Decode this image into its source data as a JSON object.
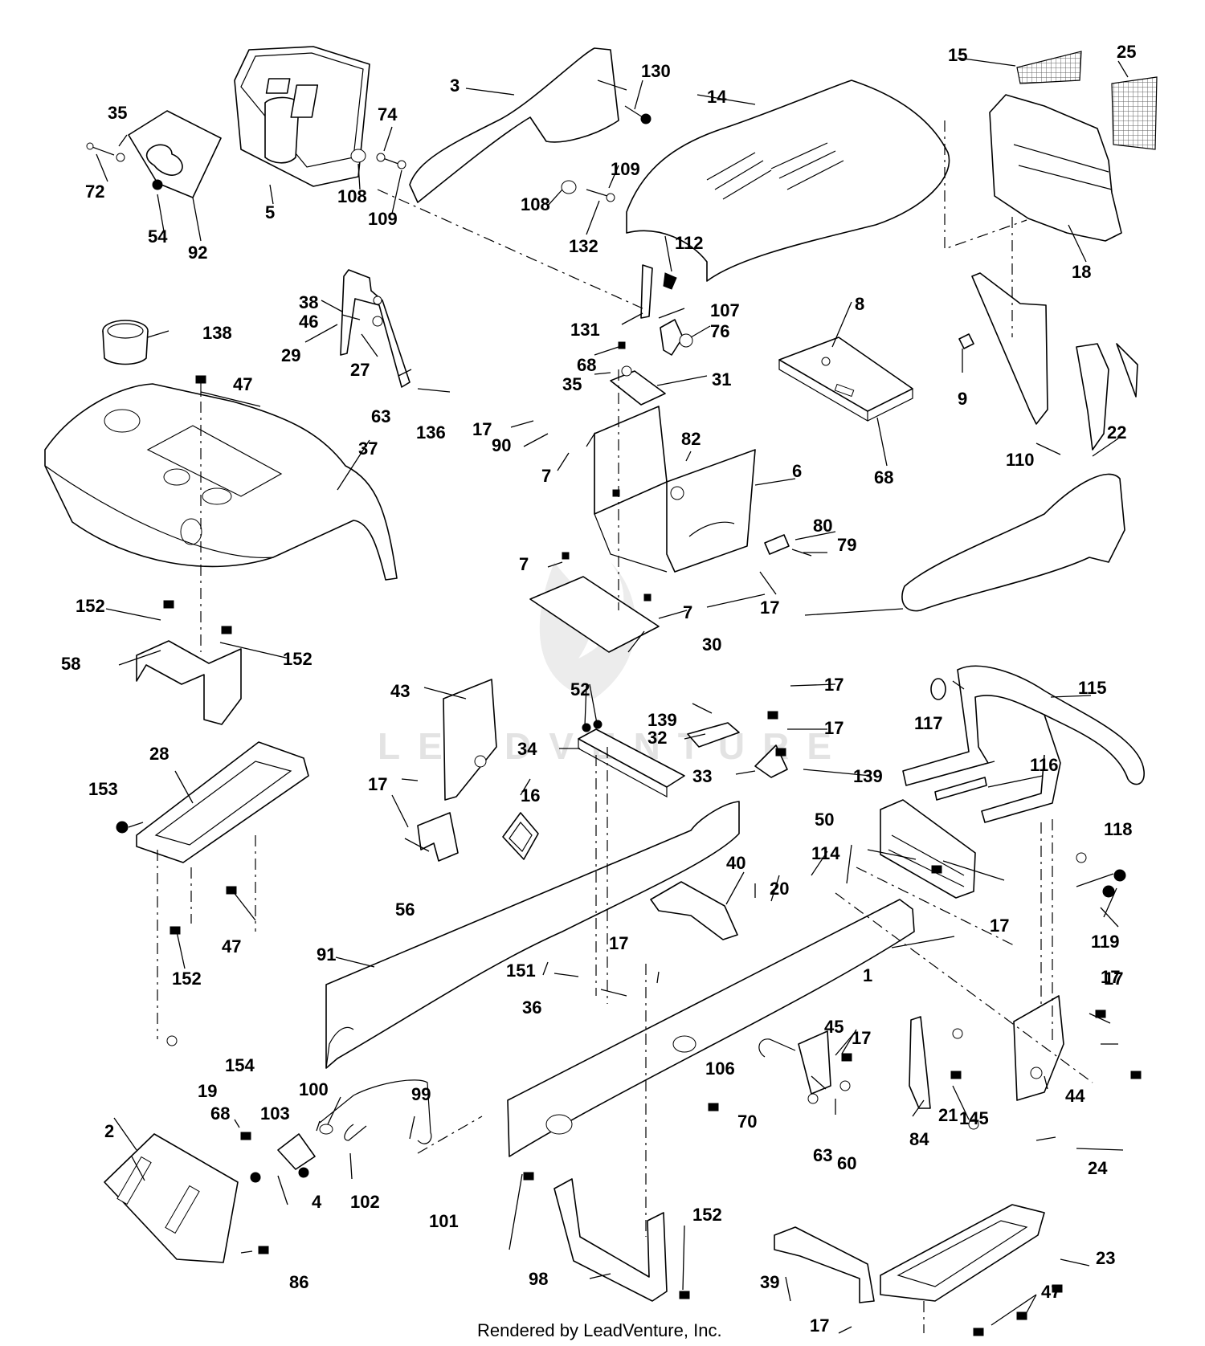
{
  "footer": {
    "text": "Rendered by LeadVenture, Inc."
  },
  "watermark": {
    "text": "LEADVENTURE"
  },
  "callouts": [
    {
      "id": "c1",
      "label": "1"
    },
    {
      "id": "c2",
      "label": "2"
    },
    {
      "id": "c3",
      "label": "3"
    },
    {
      "id": "c4",
      "label": "4"
    },
    {
      "id": "c5",
      "label": "5"
    },
    {
      "id": "c6",
      "label": "6"
    },
    {
      "id": "c7a",
      "label": "7"
    },
    {
      "id": "c7b",
      "label": "7"
    },
    {
      "id": "c7c",
      "label": "7"
    },
    {
      "id": "c8",
      "label": "8"
    },
    {
      "id": "c9",
      "label": "9"
    },
    {
      "id": "c14",
      "label": "14"
    },
    {
      "id": "c15",
      "label": "15"
    },
    {
      "id": "c16",
      "label": "16"
    },
    {
      "id": "c17a",
      "label": "17"
    },
    {
      "id": "c17b",
      "label": "17"
    },
    {
      "id": "c17c",
      "label": "17"
    },
    {
      "id": "c17d",
      "label": "17"
    },
    {
      "id": "c17e",
      "label": "17"
    },
    {
      "id": "c17f",
      "label": "17"
    },
    {
      "id": "c17g",
      "label": "17"
    },
    {
      "id": "c17h",
      "label": "17"
    },
    {
      "id": "c17i",
      "label": "17"
    },
    {
      "id": "c17j",
      "label": "17"
    },
    {
      "id": "c18",
      "label": "18"
    },
    {
      "id": "c19",
      "label": "19"
    },
    {
      "id": "c20",
      "label": "20"
    },
    {
      "id": "c21",
      "label": "21"
    },
    {
      "id": "c22",
      "label": "22"
    },
    {
      "id": "c23",
      "label": "23"
    },
    {
      "id": "c24",
      "label": "24"
    },
    {
      "id": "c25",
      "label": "25"
    },
    {
      "id": "c27",
      "label": "27"
    },
    {
      "id": "c28",
      "label": "28"
    },
    {
      "id": "c29",
      "label": "29"
    },
    {
      "id": "c30",
      "label": "30"
    },
    {
      "id": "c31",
      "label": "31"
    },
    {
      "id": "c32",
      "label": "32"
    },
    {
      "id": "c33",
      "label": "33"
    },
    {
      "id": "c34",
      "label": "34"
    },
    {
      "id": "c35a",
      "label": "35"
    },
    {
      "id": "c35b",
      "label": "35"
    },
    {
      "id": "c36",
      "label": "36"
    },
    {
      "id": "c37",
      "label": "37"
    },
    {
      "id": "c38",
      "label": "38"
    },
    {
      "id": "c39",
      "label": "39"
    },
    {
      "id": "c40",
      "label": "40"
    },
    {
      "id": "c43",
      "label": "43"
    },
    {
      "id": "c44",
      "label": "44"
    },
    {
      "id": "c45",
      "label": "45"
    },
    {
      "id": "c46",
      "label": "46"
    },
    {
      "id": "c47a",
      "label": "47"
    },
    {
      "id": "c47b",
      "label": "47"
    },
    {
      "id": "c47c",
      "label": "47"
    },
    {
      "id": "c50",
      "label": "50"
    },
    {
      "id": "c52",
      "label": "52"
    },
    {
      "id": "c54",
      "label": "54"
    },
    {
      "id": "c56",
      "label": "56"
    },
    {
      "id": "c58",
      "label": "58"
    },
    {
      "id": "c60",
      "label": "60"
    },
    {
      "id": "c63a",
      "label": "63"
    },
    {
      "id": "c63b",
      "label": "63"
    },
    {
      "id": "c68a",
      "label": "68"
    },
    {
      "id": "c68b",
      "label": "68"
    },
    {
      "id": "c68c",
      "label": "68"
    },
    {
      "id": "c70",
      "label": "70"
    },
    {
      "id": "c72",
      "label": "72"
    },
    {
      "id": "c74",
      "label": "74"
    },
    {
      "id": "c76",
      "label": "76"
    },
    {
      "id": "c79",
      "label": "79"
    },
    {
      "id": "c80",
      "label": "80"
    },
    {
      "id": "c82",
      "label": "82"
    },
    {
      "id": "c84",
      "label": "84"
    },
    {
      "id": "c86",
      "label": "86"
    },
    {
      "id": "c90",
      "label": "90"
    },
    {
      "id": "c91",
      "label": "91"
    },
    {
      "id": "c92",
      "label": "92"
    },
    {
      "id": "c98",
      "label": "98"
    },
    {
      "id": "c99",
      "label": "99"
    },
    {
      "id": "c100",
      "label": "100"
    },
    {
      "id": "c101",
      "label": "101"
    },
    {
      "id": "c102",
      "label": "102"
    },
    {
      "id": "c103",
      "label": "103"
    },
    {
      "id": "c106",
      "label": "106"
    },
    {
      "id": "c107",
      "label": "107"
    },
    {
      "id": "c108a",
      "label": "108"
    },
    {
      "id": "c108b",
      "label": "108"
    },
    {
      "id": "c109a",
      "label": "109"
    },
    {
      "id": "c109b",
      "label": "109"
    },
    {
      "id": "c110",
      "label": "110"
    },
    {
      "id": "c112",
      "label": "112"
    },
    {
      "id": "c114",
      "label": "114"
    },
    {
      "id": "c115",
      "label": "115"
    },
    {
      "id": "c116",
      "label": "116"
    },
    {
      "id": "c117",
      "label": "117"
    },
    {
      "id": "c118",
      "label": "118"
    },
    {
      "id": "c119",
      "label": "119"
    },
    {
      "id": "c130",
      "label": "130"
    },
    {
      "id": "c131",
      "label": "131"
    },
    {
      "id": "c132",
      "label": "132"
    },
    {
      "id": "c136",
      "label": "136"
    },
    {
      "id": "c138",
      "label": "138"
    },
    {
      "id": "c139a",
      "label": "139"
    },
    {
      "id": "c139b",
      "label": "139"
    },
    {
      "id": "c145",
      "label": "145"
    },
    {
      "id": "c151",
      "label": "151"
    },
    {
      "id": "c152a",
      "label": "152"
    },
    {
      "id": "c152b",
      "label": "152"
    },
    {
      "id": "c152c",
      "label": "152"
    },
    {
      "id": "c152d",
      "label": "152"
    },
    {
      "id": "c153",
      "label": "153"
    },
    {
      "id": "c154",
      "label": "154"
    }
  ]
}
